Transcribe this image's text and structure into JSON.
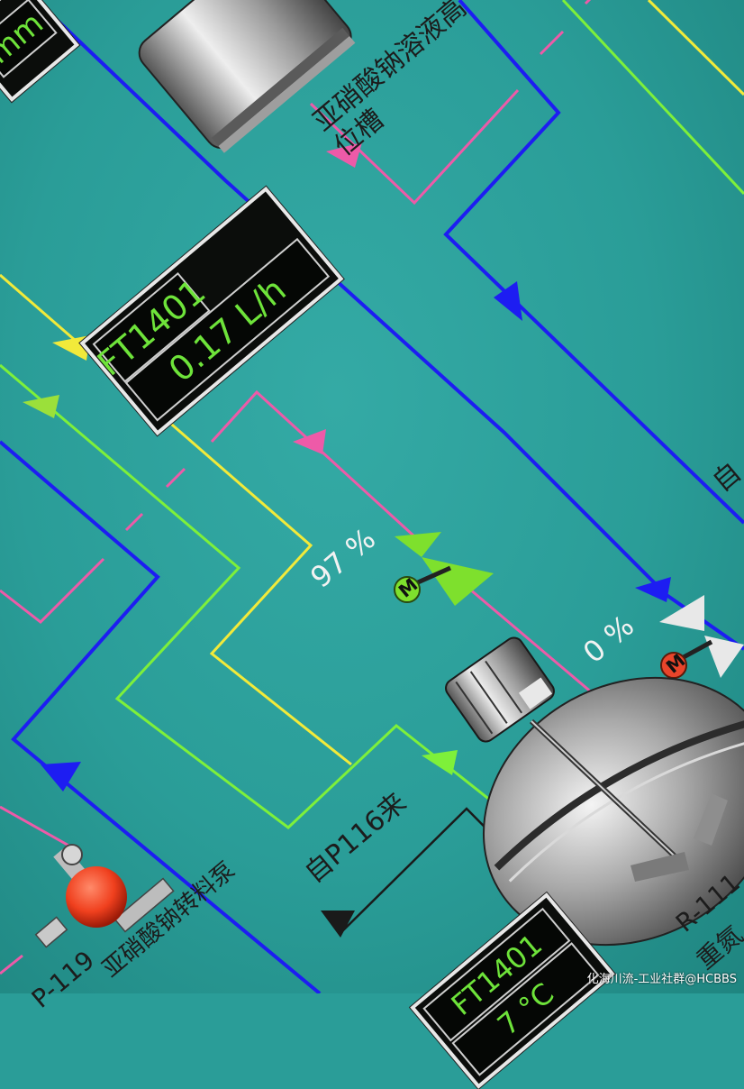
{
  "flow_display": {
    "tag": "FT1401",
    "value": "0.17 L/h"
  },
  "temp_display": {
    "tag": "FT1401",
    "value": "7 °C"
  },
  "level_display": {
    "value": "mm"
  },
  "valve_main": {
    "position_label": "97 %",
    "motor_label": "M",
    "state_color": "#7ee02d"
  },
  "valve_side": {
    "position_label": "0 %",
    "motor_label": "M",
    "state_color": "#e8452b"
  },
  "labels": {
    "tank_top": "亚硝酸钠溶液高位槽",
    "from_p116": "自P116来",
    "from_right": "自",
    "pump_name": "P-119",
    "pump_desc": "亚硝酸钠转料泵",
    "reactor_tag": "R-111",
    "reactor_desc": "重氮"
  },
  "colors": {
    "blue_line": "#1d1df2",
    "yellow_line": "#f2ea3a",
    "green_line": "#7ef03a",
    "pink_line": "#ee5aa8",
    "black_line": "#1a1a1a"
  },
  "watermark": "化海川流-工业社群@HCBBS"
}
